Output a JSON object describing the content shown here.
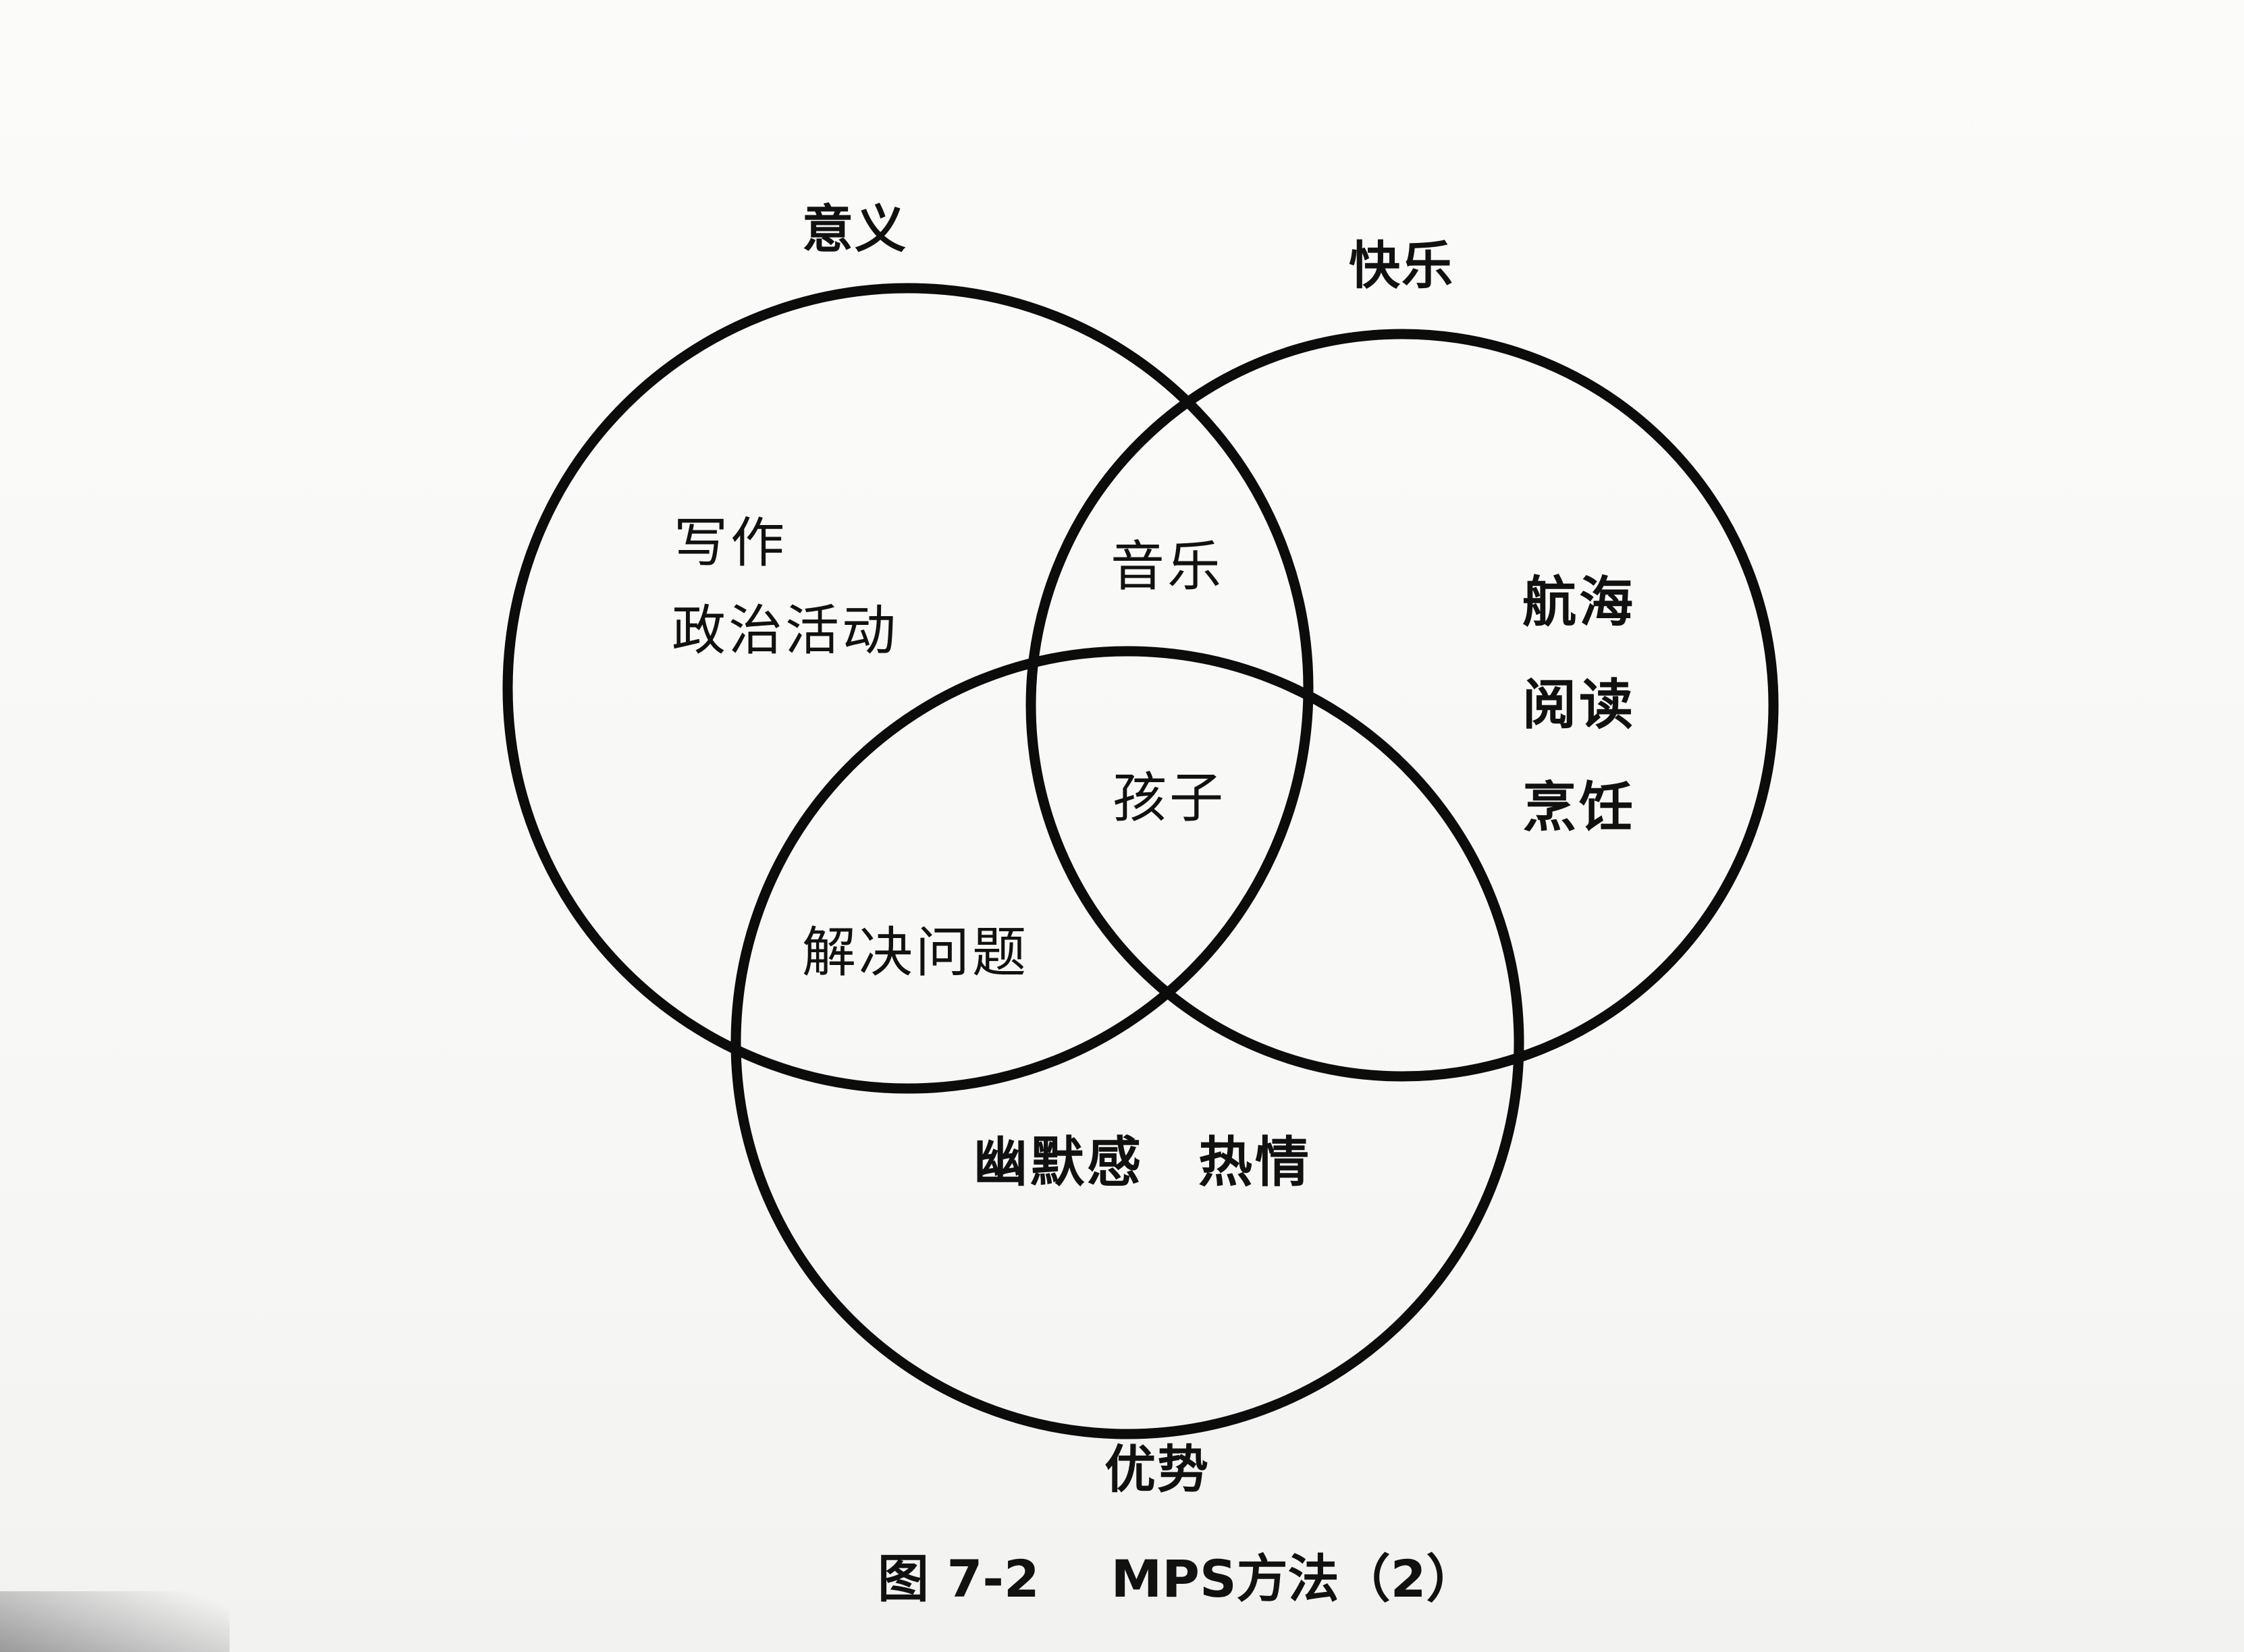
{
  "sets": {
    "meaning": {
      "label": "意义"
    },
    "pleasure": {
      "label": "快乐"
    },
    "strengths": {
      "label": "优势"
    }
  },
  "regions": {
    "meaning_only": [
      "写作",
      "政治活动"
    ],
    "pleasure_only": [
      "航海",
      "阅读",
      "烹饪"
    ],
    "meaning_pleasure": [
      "音乐"
    ],
    "all_three": [
      "孩子"
    ],
    "meaning_strengths": [
      "解决问题"
    ],
    "strengths_only": [
      "幽默感",
      "热情"
    ]
  },
  "caption": {
    "figure_number": "图 7-2",
    "title": "MPS方法（2）"
  }
}
